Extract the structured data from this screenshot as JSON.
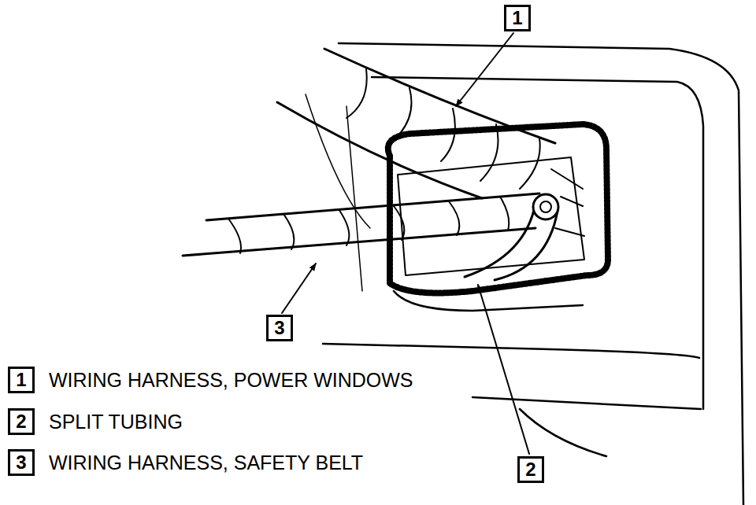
{
  "diagram": {
    "labels": [
      "1",
      "3",
      "1",
      "2",
      "3",
      "2"
    ],
    "legend": [
      {
        "text": "WIRING HARNESS, POWER WINDOWS"
      },
      {
        "text": "SPLIT TUBING"
      },
      {
        "text": "WIRING HARNESS, SAFETY BELT"
      }
    ]
  }
}
